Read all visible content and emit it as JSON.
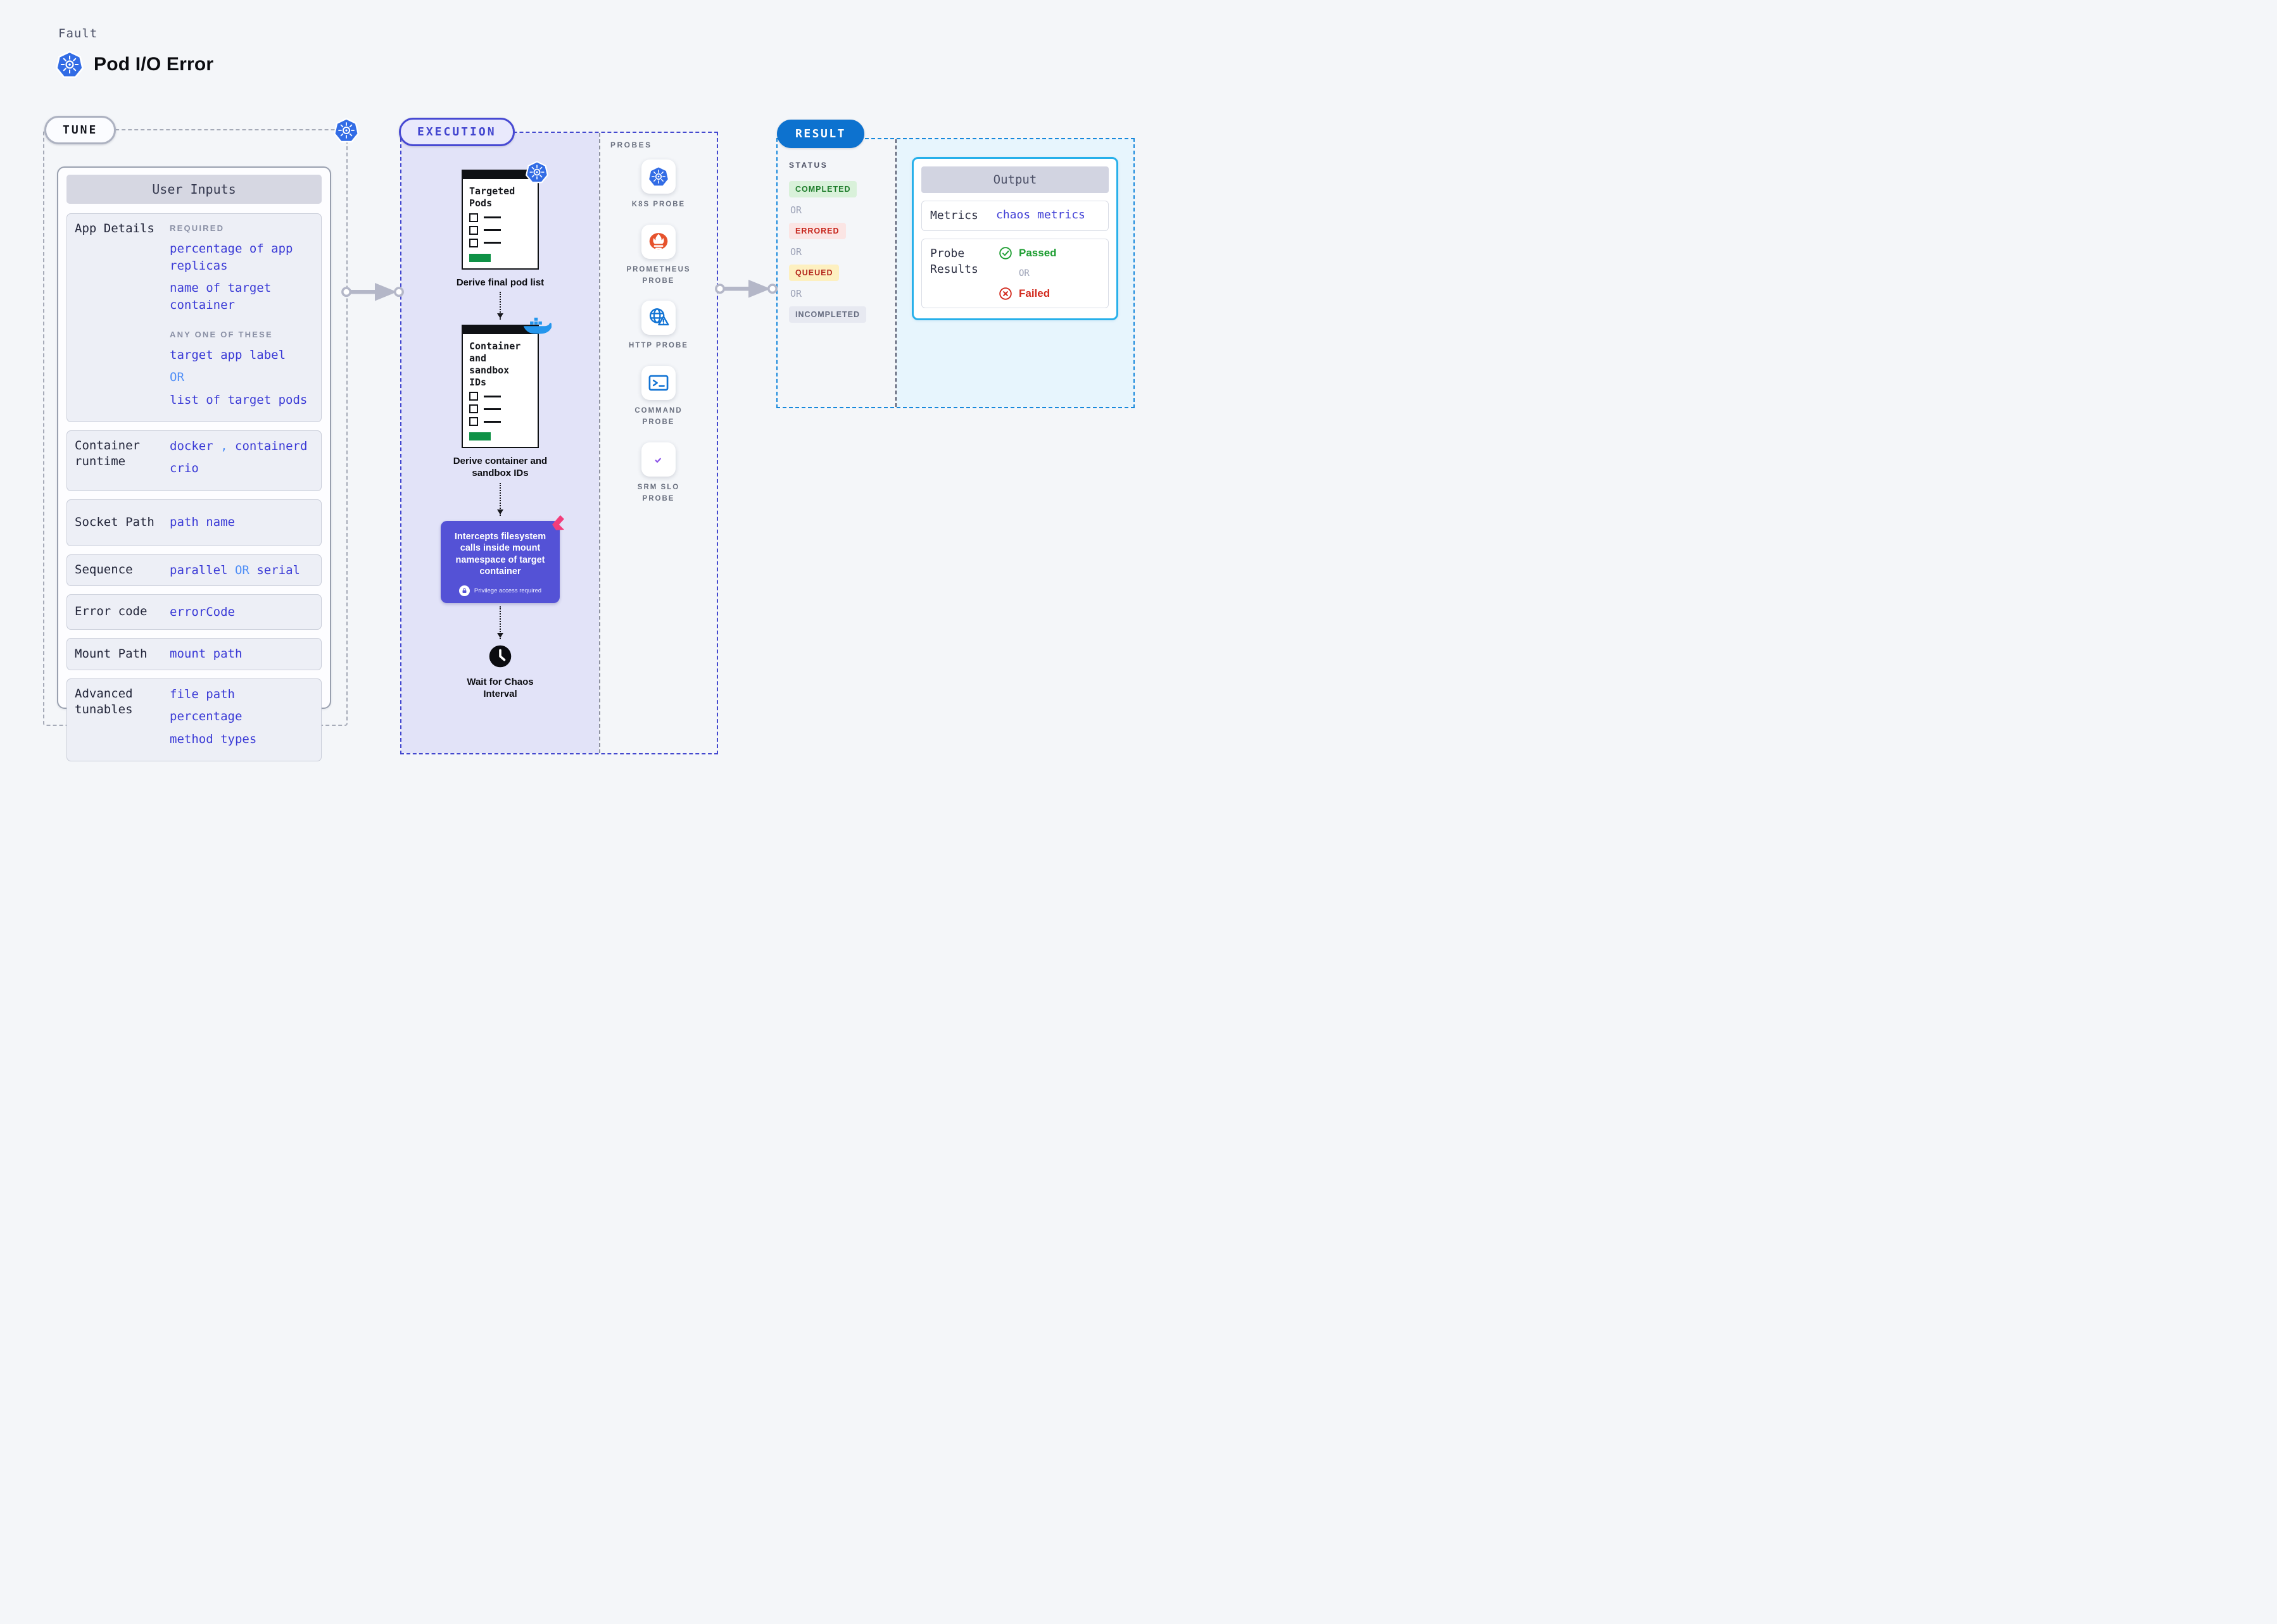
{
  "header": {
    "eyebrow": "Fault",
    "title": "Pod I/O Error",
    "title_icon": "kubernetes-icon"
  },
  "tune": {
    "badge": "TUNE",
    "corner_icon": "kubernetes-icon",
    "card_title": "User Inputs",
    "app_details": {
      "label": "App Details",
      "required_heading": "REQUIRED",
      "required_values": [
        "percentage of app replicas",
        "name of target container"
      ],
      "any_heading": "ANY ONE OF THESE",
      "any_option_1": "target app label",
      "or": "OR",
      "any_option_2": "list of target pods"
    },
    "container_runtime": {
      "label": "Container runtime",
      "value_1": "docker",
      "separator": ",",
      "value_2": "containerd",
      "value_3": "crio"
    },
    "socket_path": {
      "label": "Socket Path",
      "value": "path name"
    },
    "sequence": {
      "label": "Sequence",
      "value_1": "parallel",
      "or": "OR",
      "value_2": "serial"
    },
    "error_code": {
      "label": "Error code",
      "value": "errorCode"
    },
    "mount_path": {
      "label": "Mount Path",
      "value": "mount path"
    },
    "advanced_tunables": {
      "label": "Advanced tunables",
      "values": [
        "file path",
        "percentage",
        "method types"
      ]
    }
  },
  "execution": {
    "badge": "EXECUTION",
    "step_1": {
      "doc_title": "Targeted Pods",
      "badge_icon": "kubernetes-icon",
      "caption": "Derive final pod list"
    },
    "step_2": {
      "doc_title": "Container and sandbox IDs",
      "badge_icon": "docker-icon",
      "caption": "Derive container and sandbox IDs"
    },
    "step_3": {
      "text": "Intercepts filesystem calls inside mount namespace of target container",
      "badge_icon": "litmus-icon",
      "note_icon": "lock-icon",
      "note": "Privilege access required"
    },
    "step_4": {
      "icon": "clock-icon",
      "caption": "Wait for Chaos Interval"
    }
  },
  "probes": {
    "heading": "PROBES",
    "items": [
      {
        "icon": "kubernetes-icon",
        "label": "K8S PROBE"
      },
      {
        "icon": "prometheus-icon",
        "label": "PROMETHEUS PROBE"
      },
      {
        "icon": "globe-warning-icon",
        "label": "HTTP PROBE"
      },
      {
        "icon": "terminal-icon",
        "label": "COMMAND PROBE"
      },
      {
        "icon": "slo-gauge-icon",
        "label": "SRM SLO PROBE"
      }
    ]
  },
  "result": {
    "badge": "RESULT",
    "status": {
      "heading": "STATUS",
      "or": "OR",
      "items": [
        {
          "label": "COMPLETED"
        },
        {
          "label": "ERRORED"
        },
        {
          "label": "QUEUED"
        },
        {
          "label": "INCOMPLETED"
        }
      ]
    },
    "output": {
      "title": "Output",
      "metrics_label": "Metrics",
      "metrics_value": "chaos metrics",
      "probe_results_label": "Probe Results",
      "passed_icon": "check-circle-icon",
      "passed": "Passed",
      "or": "OR",
      "failed_icon": "x-circle-icon",
      "failed": "Failed"
    }
  },
  "colors": {
    "page_bg": "#f4f6f9",
    "k8s_blue": "#326ce5",
    "value_indigo": "#3a3ad6",
    "or_light_blue": "#4f8ef7",
    "execution_border": "#4348cf",
    "execution_bg": "#e2e3f8",
    "intercept_box": "#5452d6",
    "litmus_pink": "#f23d7b",
    "docker_blue": "#2496ed",
    "prometheus_orange": "#e6522c",
    "probe_blue": "#1173d4",
    "slo_purple": "#9d4ef8",
    "doc_green": "#0e9146",
    "result_blue": "#0d72cf",
    "output_border": "#27b0ea",
    "completed_green": "#1d7c2a",
    "errored_red": "#c6251b",
    "queued_red": "#b3231a",
    "incompleted_gray": "#666c80",
    "passed_green": "#1e9e32",
    "failed_red": "#d2291d",
    "arrow_gray": "#b4b7c8"
  }
}
